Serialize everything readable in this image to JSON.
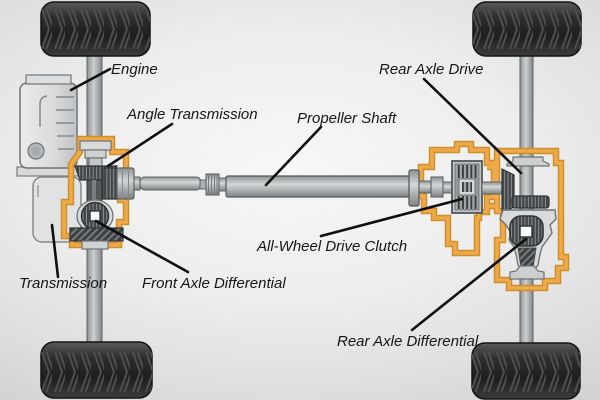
{
  "diagram": {
    "labels": {
      "engine": "Engine",
      "angle_transmission": "Angle Transmission",
      "propeller_shaft": "Propeller Shaft",
      "rear_axle_drive": "Rear Axle Drive",
      "all_wheel_drive_clutch": "All-Wheel Drive Clutch",
      "front_axle_differential": "Front Axle Differential",
      "transmission": "Transmission",
      "rear_axle_differential": "Rear Axle Differential"
    },
    "colors": {
      "highlight_orange": "#E8A43D",
      "highlight_orange_dark": "#CE8F2B",
      "leader_line": "#0F0F0F",
      "label_text": "#161616",
      "tire": "#222222",
      "metal_light": "#D8DADB",
      "metal_dark": "#45484A",
      "background_center": "#F5F5F5",
      "background_edge": "#D0D0D0"
    }
  }
}
